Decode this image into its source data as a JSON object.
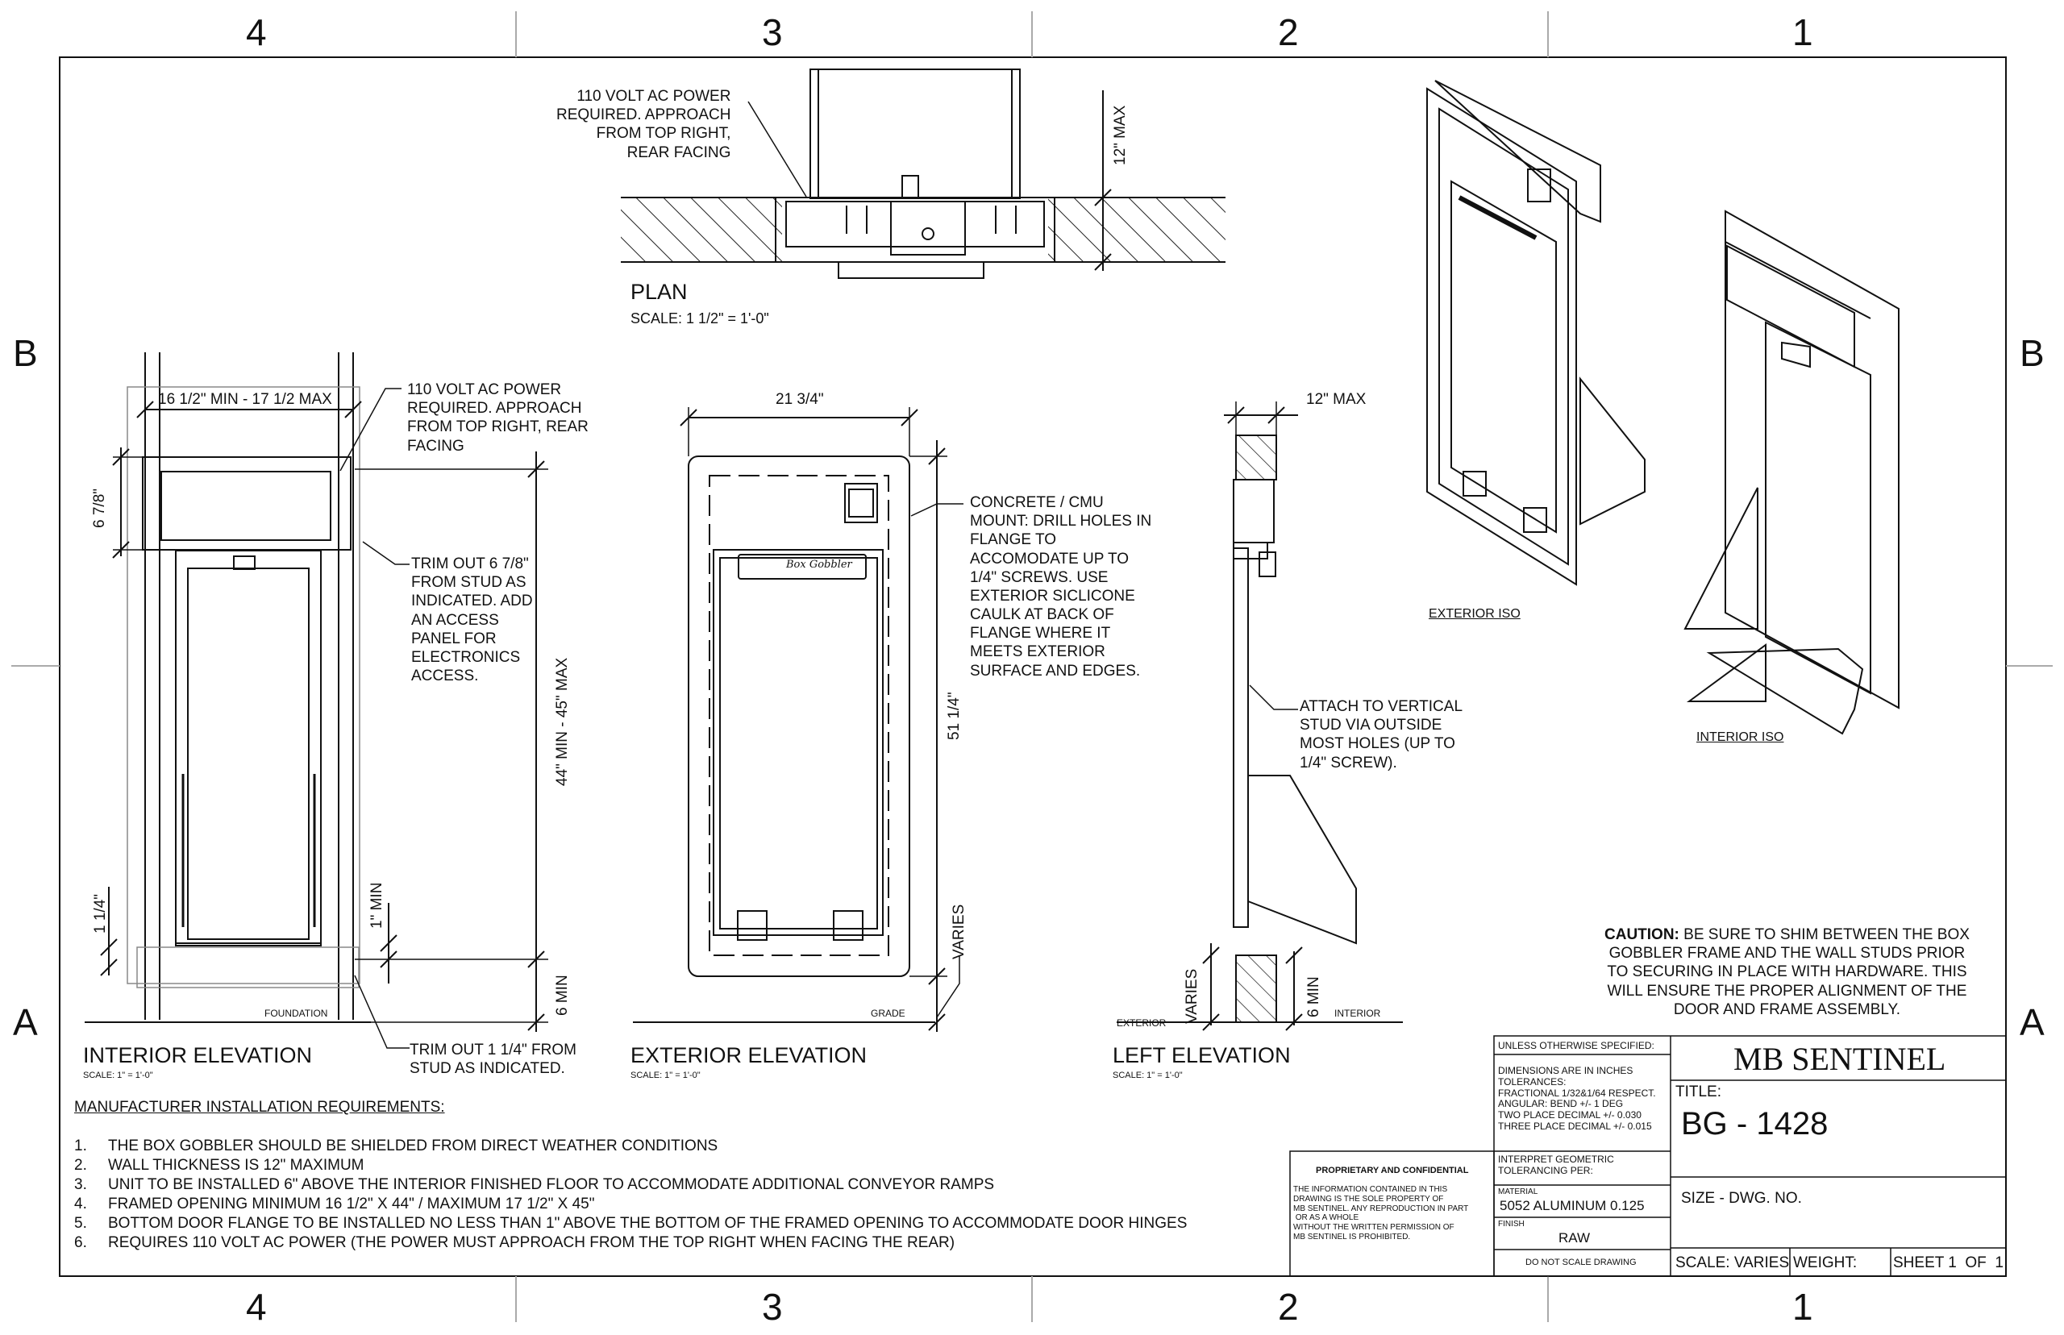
{
  "zones": {
    "columns": [
      "4",
      "3",
      "2",
      "1"
    ],
    "rows_left": [
      "B",
      "A"
    ],
    "rows_right": [
      "B",
      "A"
    ]
  },
  "plan": {
    "note": "110 VOLT AC POWER\nREQUIRED. APPROACH\nFROM TOP RIGHT,\nREAR FACING",
    "dim_depth": "12\" MAX",
    "title": "PLAN",
    "scale": "SCALE: 1 1/2\" = 1'-0\""
  },
  "interior_elevation": {
    "dim_width": "16 1/2\" MIN - 17 1/2 MAX",
    "dim_trim_top": "6 7/8\"",
    "dim_height": "44\" MIN - 45\" MAX",
    "dim_trim_bottom": "1 1/4\"",
    "dim_gap": "1\" MIN",
    "dim_floor": "6 MIN",
    "power_note": "110 VOLT AC POWER\nREQUIRED. APPROACH\nFROM TOP RIGHT, REAR\nFACING",
    "trim_note": "TRIM OUT 6 7/8\"\nFROM STUD AS\nINDICATED. ADD\nAN ACCESS\nPANEL FOR\nELECTRONICS\nACCESS.",
    "trim_bottom_note": "TRIM OUT 1 1/4\" FROM\nSTUD AS INDICATED.",
    "foundation": "FOUNDATION",
    "title": "INTERIOR ELEVATION",
    "scale": "SCALE: 1\" = 1'-0\""
  },
  "exterior_elevation": {
    "dim_width": "21 3/4\"",
    "dim_height": "51 1/4\"",
    "dim_varies": "VARIES",
    "brand_mark": "Box Gobbler",
    "mount_note": "CONCRETE / CMU\nMOUNT: DRILL HOLES IN\nFLANGE TO\nACCOMODATE UP TO\n1/4\" SCREWS. USE\nEXTERIOR SICLICONE\nCAULK AT BACK OF\nFLANGE WHERE IT\nMEETS EXTERIOR\nSURFACE AND EDGES.",
    "grade": "GRADE",
    "title": "EXTERIOR ELEVATION",
    "scale": "SCALE: 1\" = 1'-0\""
  },
  "left_elevation": {
    "dim_depth": "12\" MAX",
    "dim_varies": "VARIES",
    "dim_floor": "6 MIN",
    "attach_note": "ATTACH TO VERTICAL\nSTUD VIA OUTSIDE\nMOST HOLES (UP TO\n1/4\" SCREW).",
    "exterior": "EXTERIOR",
    "interior": "INTERIOR",
    "title": "LEFT ELEVATION",
    "scale": "SCALE: 1\" = 1'-0\""
  },
  "iso": {
    "exterior_label": "EXTERIOR ISO",
    "interior_label": "INTERIOR ISO"
  },
  "caution": {
    "label": "CAUTION:",
    "text": " BE SURE TO SHIM BETWEEN THE BOX\nGOBBLER FRAME AND THE WALL STUDS PRIOR\nTO SECURING IN PLACE WITH HARDWARE. THIS\nWILL ENSURE THE PROPER ALIGNMENT OF THE\nDOOR AND FRAME ASSEMBLY."
  },
  "requirements": {
    "title": "MANUFACTURER INSTALLATION REQUIREMENTS:",
    "items": [
      {
        "num": "1.",
        "text": "THE BOX GOBBLER SHOULD BE SHIELDED FROM DIRECT WEATHER CONDITIONS"
      },
      {
        "num": "2.",
        "text": "WALL THICKNESS IS 12\" MAXIMUM"
      },
      {
        "num": "3.",
        "text": "UNIT TO BE INSTALLED 6\" ABOVE THE INTERIOR FINISHED FLOOR TO ACCOMMODATE ADDITIONAL CONVEYOR RAMPS"
      },
      {
        "num": "4.",
        "text": "FRAMED OPENING MINIMUM 16 1/2\" X 44\" / MAXIMUM 17 1/2\" X 45\""
      },
      {
        "num": "5.",
        "text": "BOTTOM DOOR FLANGE TO BE INSTALLED NO LESS THAN 1\" ABOVE THE BOTTOM OF THE FRAMED OPENING TO ACCOMMODATE DOOR HINGES"
      },
      {
        "num": "6.",
        "text": "REQUIRES 110 VOLT AC POWER (THE POWER MUST APPROACH FROM THE TOP RIGHT WHEN FACING THE REAR)"
      }
    ]
  },
  "title_block": {
    "unless": "UNLESS OTHERWISE SPECIFIED:",
    "tolerances": "DIMENSIONS ARE IN INCHES\nTOLERANCES:\nFRACTIONAL 1/32&1/64 RESPECT.\nANGULAR: BEND +/- 1 DEG\nTWO PLACE DECIMAL +/- 0.030\nTHREE PLACE DECIMAL +/- 0.015",
    "geom": "INTERPRET GEOMETRIC\nTOLERANCING PER:",
    "material_label": "MATERIAL",
    "material": "5052 ALUMINUM 0.125",
    "finish_label": "FINISH",
    "finish": "RAW",
    "no_scale": "DO NOT SCALE DRAWING",
    "proprietary_title": "PROPRIETARY AND CONFIDENTIAL",
    "proprietary_text": "THE INFORMATION CONTAINED IN THIS\nDRAWING IS THE SOLE PROPERTY OF\nMB SENTINEL. ANY REPRODUCTION IN PART\n OR AS A WHOLE\nWITHOUT THE WRITTEN PERMISSION OF\nMB SENTINEL IS PROHIBITED.",
    "company": "MB SENTINEL",
    "title_label": "TITLE:",
    "title": "BG - 1428",
    "size_label": "SIZE - DWG. NO.",
    "scale": "SCALE: VARIES",
    "weight": "WEIGHT:",
    "sheet": "SHEET 1  OF  1"
  }
}
